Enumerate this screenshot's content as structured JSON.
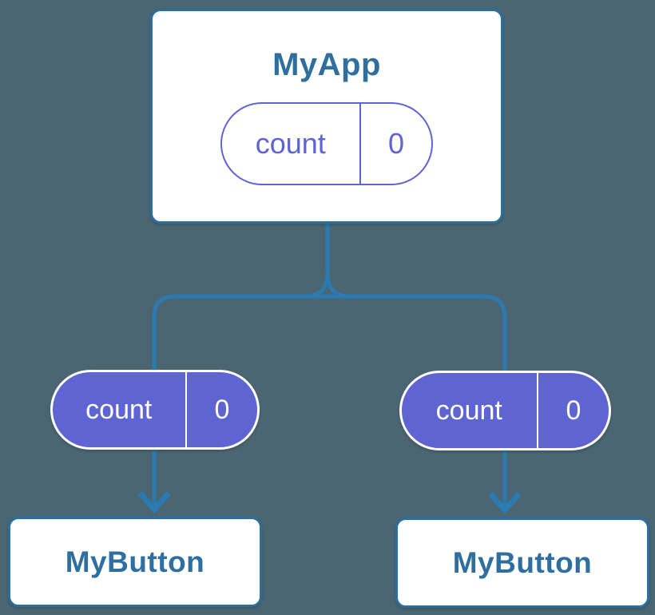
{
  "colors": {
    "background": "#4b6672",
    "line_blue": "#2b7ab2",
    "box_border_blue": "#2a6f9f",
    "text_blue": "#2e6f9f",
    "pill_purple": "#5f64d3",
    "white": "#ffffff"
  },
  "root": {
    "title": "MyApp",
    "state_name": "count",
    "state_value": "0"
  },
  "children": [
    {
      "title": "MyButton",
      "prop_name": "count",
      "prop_value": "0"
    },
    {
      "title": "MyButton",
      "prop_name": "count",
      "prop_value": "0"
    }
  ]
}
